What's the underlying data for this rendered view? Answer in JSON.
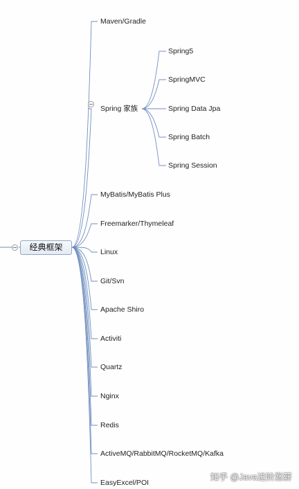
{
  "root": {
    "label": "经典框架"
  },
  "spring_family": {
    "label": "Spring 家族",
    "children": [
      "Spring5",
      "SpringMVC",
      "Spring Data Jpa",
      "Spring Batch",
      "Spring Session"
    ]
  },
  "topics": [
    "Maven/Gradle",
    "Spring 家族",
    "MyBatis/MyBatis Plus",
    "Freemarker/Thymeleaf",
    "Linux",
    "Git/Svn",
    "Apache Shiro",
    "Activiti",
    "Quartz",
    "Nginx",
    "Redis",
    "ActiveMQ/RabbitMQ/RocketMQ/Kafka",
    "EasyExcel/POI"
  ],
  "watermark": "知乎 @Java进阶涨薪",
  "colors": {
    "line": "#6f8fbf",
    "node_border": "#8fa6c2"
  }
}
